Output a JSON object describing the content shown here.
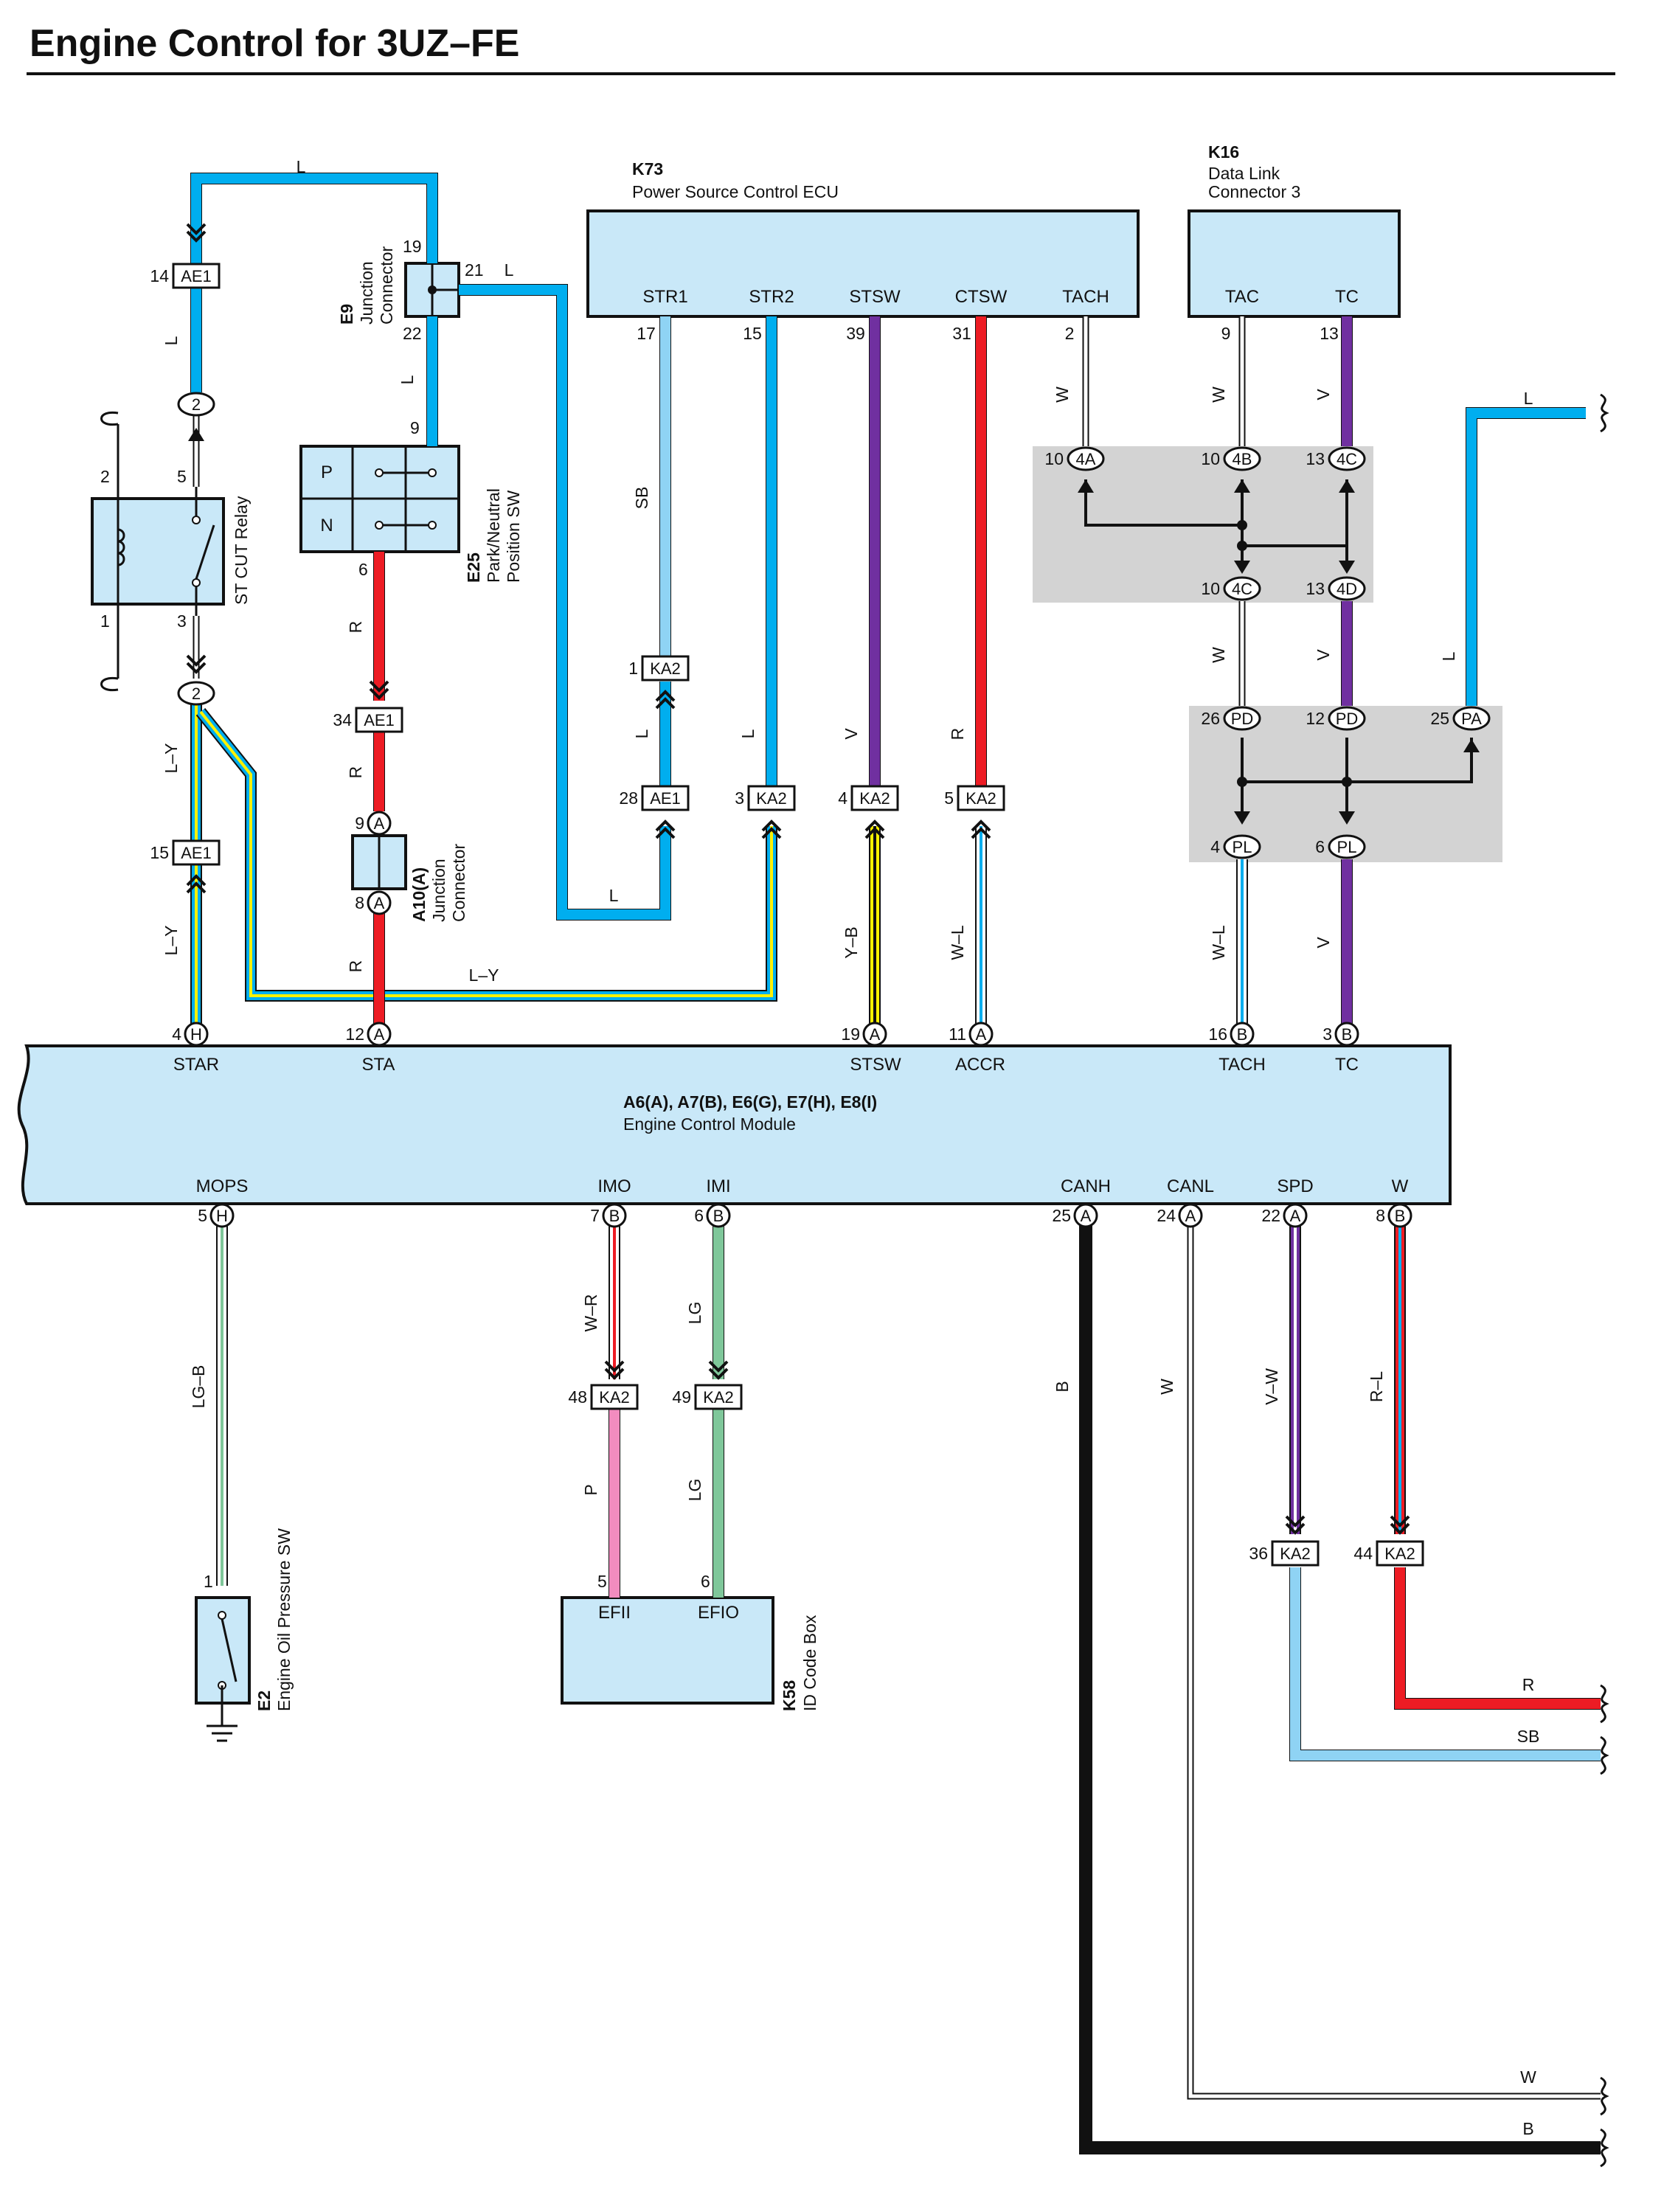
{
  "title": "Engine Control for 3UZ–FE",
  "colors": {
    "L": "#00aeef",
    "SB": "#8fd3f4",
    "R": "#ed1c24",
    "V": "#7030a0",
    "LG": "#7fc79a",
    "P": "#f28cbf",
    "B": "#111111",
    "W": "#ffffff",
    "Y": "#fff200",
    "module_fill": "#c9e8f8",
    "shade": "#d3d3d3"
  },
  "components": {
    "k73": {
      "code": "K73",
      "name": "Power Source Control ECU",
      "pins": [
        "STR1",
        "STR2",
        "STSW",
        "CTSW",
        "TACH"
      ]
    },
    "k16": {
      "code": "K16",
      "name1": "Data Link",
      "name2": "Connector 3",
      "pins": [
        "TAC",
        "TC"
      ]
    },
    "ecm": {
      "code": "A6(A), A7(B), E6(G), E7(H), E8(I)",
      "name": "Engine Control Module",
      "top_pins": [
        "STAR",
        "STA",
        "STSW",
        "ACCR",
        "TACH",
        "TC"
      ],
      "bottom_pins": [
        "MOPS",
        "IMO",
        "IMI",
        "CANH",
        "CANL",
        "SPD",
        "W"
      ]
    },
    "e9": {
      "code": "E9",
      "name1": "Junction",
      "name2": "Connector"
    },
    "e25": {
      "code": "E25",
      "name1": "Park/Neutral",
      "name2": "Position SW",
      "pos_p": "P",
      "pos_n": "N"
    },
    "a10": {
      "code": "A10(A)",
      "name1": "Junction",
      "name2": "Connector"
    },
    "relay": {
      "name": "ST CUT Relay"
    },
    "e2": {
      "code": "E2",
      "name": "Engine Oil Pressure SW"
    },
    "k58": {
      "code": "K58",
      "name": "ID Code Box",
      "pins": [
        "EFII",
        "EFIO"
      ]
    }
  },
  "wire_labels": {
    "l_top": "L",
    "l_ae1": "L",
    "l_e9_21": "L",
    "l_e9_22": "L",
    "l_loop": "L",
    "sb_str1": "SB",
    "l_ka2_1": "L",
    "l_str2": "L",
    "v_stsw": "V",
    "r_ctsw": "R",
    "w_tach": "W",
    "w_tac": "W",
    "v_tc": "V",
    "w_4c": "W",
    "v_4d": "V",
    "l_right": "L",
    "ly_relay": "L–Y",
    "ly_ae1": "L–Y",
    "ly_long": "L–Y",
    "r_e25": "R",
    "r_ae1": "R",
    "r_a10": "R",
    "yb_stsw": "Y–B",
    "wl_accr": "W–L",
    "wl_tach": "W–L",
    "v_tc2": "V",
    "lgb_mops": "LG–B",
    "wr_imo": "W–R",
    "lg_imi": "LG",
    "p_efii": "P",
    "lg_efio": "LG",
    "b_canh": "B",
    "w_canl": "W",
    "vw_spd": "V–W",
    "rl_w": "R–L",
    "r_out": "R",
    "sb_out": "SB",
    "w_out": "W",
    "b_out": "B"
  },
  "connectors": {
    "ae1_14": {
      "name": "AE1",
      "pin": "14"
    },
    "e9_19": "19",
    "e9_21": "21",
    "e9_22": "22",
    "e25_9": "9",
    "e25_6": "6",
    "relay_2": {
      "name": "2"
    },
    "relay_pin2": "2",
    "relay_pin5": "5",
    "relay_pin1": "1",
    "relay_pin3": "3",
    "relay_out": {
      "name": "2"
    },
    "ae1_34": {
      "name": "AE1",
      "pin": "34"
    },
    "a10_9": {
      "name": "A",
      "pin": "9"
    },
    "a10_8": {
      "name": "A",
      "pin": "8"
    },
    "ae1_15": {
      "name": "AE1",
      "pin": "15"
    },
    "ka2_1": {
      "name": "KA2",
      "pin": "1"
    },
    "ae1_28": {
      "name": "AE1",
      "pin": "28"
    },
    "ka2_3": {
      "name": "KA2",
      "pin": "3"
    },
    "ka2_4": {
      "name": "KA2",
      "pin": "4"
    },
    "ka2_5": {
      "name": "KA2",
      "pin": "5"
    },
    "k73_pins": [
      "17",
      "15",
      "39",
      "31",
      "2"
    ],
    "k16_pins": [
      "9",
      "13"
    ],
    "j4a": {
      "name": "4A",
      "pin": "10"
    },
    "j4b": {
      "name": "4B",
      "pin": "10"
    },
    "j4c_top": {
      "name": "4C",
      "pin": "13"
    },
    "j4c_bot": {
      "name": "4C",
      "pin": "10"
    },
    "j4d": {
      "name": "4D",
      "pin": "13"
    },
    "pd26": {
      "name": "PD",
      "pin": "26"
    },
    "pd12": {
      "name": "PD",
      "pin": "12"
    },
    "pa25": {
      "name": "PA",
      "pin": "25"
    },
    "pl4": {
      "name": "PL",
      "pin": "4"
    },
    "pl6": {
      "name": "PL",
      "pin": "6"
    },
    "ecm_h4": {
      "name": "H",
      "pin": "4"
    },
    "ecm_a12": {
      "name": "A",
      "pin": "12"
    },
    "ecm_a19": {
      "name": "A",
      "pin": "19"
    },
    "ecm_a11": {
      "name": "A",
      "pin": "11"
    },
    "ecm_b16": {
      "name": "B",
      "pin": "16"
    },
    "ecm_b3": {
      "name": "B",
      "pin": "3"
    },
    "ecm_h5": {
      "name": "H",
      "pin": "5"
    },
    "ecm_b7": {
      "name": "B",
      "pin": "7"
    },
    "ecm_b6": {
      "name": "B",
      "pin": "6"
    },
    "ecm_a25": {
      "name": "A",
      "pin": "25"
    },
    "ecm_a24": {
      "name": "A",
      "pin": "24"
    },
    "ecm_a22": {
      "name": "A",
      "pin": "22"
    },
    "ecm_b8": {
      "name": "B",
      "pin": "8"
    },
    "ka2_48": {
      "name": "KA2",
      "pin": "48"
    },
    "ka2_49": {
      "name": "KA2",
      "pin": "49"
    },
    "ka2_36": {
      "name": "KA2",
      "pin": "36"
    },
    "ka2_44": {
      "name": "KA2",
      "pin": "44"
    },
    "k58_5": "5",
    "k58_6": "6",
    "e2_1": "1"
  }
}
